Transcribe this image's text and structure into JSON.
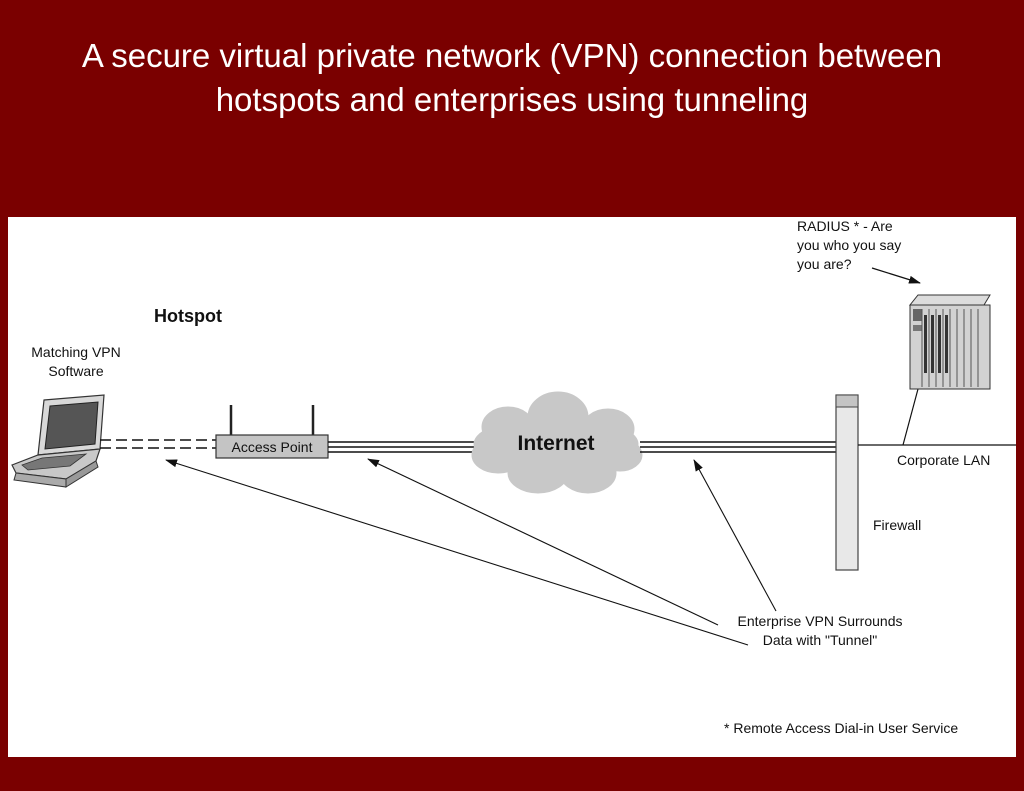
{
  "slide": {
    "title_line1": "A secure virtual private network (VPN) connection between",
    "title_line2": "hotspots and enterprises using tunneling",
    "colors": {
      "background": "#7a0000",
      "panel": "#ffffff",
      "title": "#ffffff"
    }
  },
  "diagram": {
    "hotspot_label": "Hotspot",
    "vpn_software_line1": "Matching VPN",
    "vpn_software_line2": "Software",
    "access_point_label": "Access Point",
    "internet_label": "Internet",
    "radius_line1": "RADIUS * - Are",
    "radius_line2": "you who you say",
    "radius_line3": "you are?",
    "corporate_lan_label": "Corporate LAN",
    "firewall_label": "Firewall",
    "tunnel_line1": "Enterprise VPN Surrounds",
    "tunnel_line2": "Data with \"Tunnel\"",
    "footnote": "* Remote Access Dial-in User Service",
    "icons": [
      "laptop-icon",
      "access-point-icon",
      "cloud-icon",
      "firewall-icon",
      "server-rack-icon"
    ]
  }
}
